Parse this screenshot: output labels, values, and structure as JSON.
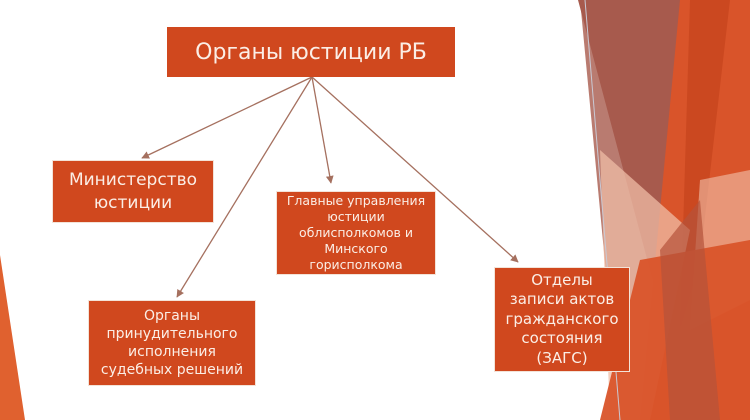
{
  "colors": {
    "box_fill": "#d0481e",
    "box_text": "#fbeee6",
    "arrow": "#a5705f",
    "deco_orange": "#d9542a",
    "deco_brown": "#9d4a3c",
    "deco_light": "#efbca6"
  },
  "diagram": {
    "root": {
      "label": "Органы юстиции РБ"
    },
    "children": [
      {
        "id": "ministry",
        "label": "Министерство\nюстиции"
      },
      {
        "id": "main-dept",
        "label": "Главные управления\nюстиции\nоблисполкомов и\nМинского\nгорисполкома"
      },
      {
        "id": "enforcement",
        "label": "Органы\nпринудительного\nисполнения\nсудебных решений"
      },
      {
        "id": "zags",
        "label": "Отделы\nзаписи актов\nгражданского\nсостояния\n(ЗАГС)"
      }
    ],
    "edges": [
      {
        "from": "root",
        "to": "ministry"
      },
      {
        "from": "root",
        "to": "main-dept"
      },
      {
        "from": "root",
        "to": "enforcement"
      },
      {
        "from": "root",
        "to": "zags"
      }
    ]
  }
}
